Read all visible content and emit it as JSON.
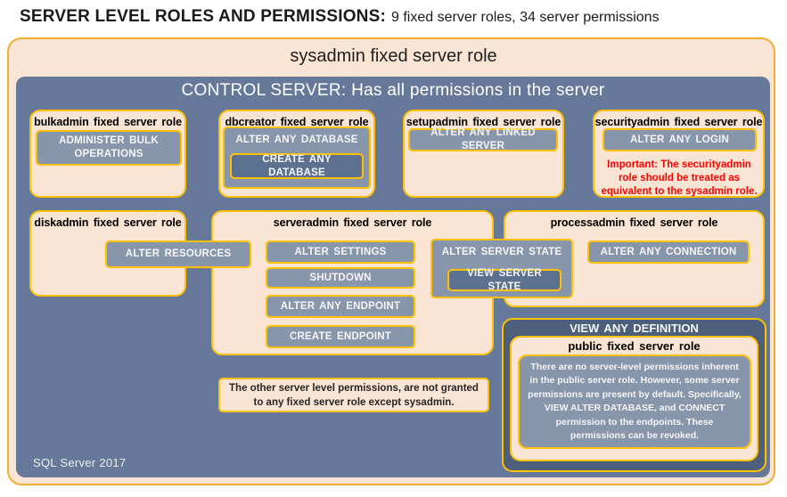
{
  "header": {
    "title_main": "SERVER LEVEL ROLES AND PERMISSIONS:",
    "title_sub": "9 fixed server roles, 34 server permissions"
  },
  "sysadmin": {
    "label": "sysadmin fixed server role"
  },
  "control": {
    "label": "CONTROL SERVER: Has all permissions in the server",
    "footer": "SQL Server 2017"
  },
  "roles": {
    "bulkadmin": {
      "title": "bulkadmin fixed server role",
      "permission": "ADMINISTER BULK OPERATIONS"
    },
    "dbcreator": {
      "title": "dbcreator fixed server role",
      "outer_permission": "ALTER ANY DATABASE",
      "inner_permission": "CREATE ANY DATABASE"
    },
    "setupadmin": {
      "title": "setupadmin fixed server role",
      "permission": "ALTER ANY LINKED SERVER"
    },
    "securityadmin": {
      "title": "securityadmin fixed server role",
      "permission": "ALTER ANY LOGIN",
      "warning": "Important: The securityadmin role should be treated as equivalent to the sysadmin role."
    },
    "diskadmin": {
      "title": "diskadmin fixed server role",
      "permission": "ALTER RESOURCES"
    },
    "serveradmin": {
      "title": "serveradmin fixed server role",
      "permissions": [
        "ALTER SETTINGS",
        "SHUTDOWN",
        "ALTER ANY ENDPOINT",
        "CREATE ENDPOINT"
      ],
      "outer_permission": "ALTER SERVER STATE",
      "inner_permission": "VIEW SERVER STATE"
    },
    "processadmin": {
      "title": "processadmin fixed server role",
      "permission": "ALTER ANY CONNECTION"
    },
    "public": {
      "container_permission": "VIEW ANY DEFINITION",
      "title": "public fixed server role",
      "description": "There are no server-level permissions inherent in the public server role. However, some server permissions are present by default. Specifically, VIEW ALTER DATABASE, and CONNECT permission to the endpoints. These permissions can be revoked."
    }
  },
  "note": {
    "text": "The other server level permissions, are not granted to any fixed server role except sysadmin."
  },
  "colors": {
    "peach": "#fae4d4",
    "gold_border": "#ffc000",
    "control_blue": "#66799b",
    "permission_gray_blue": "#8896ac",
    "nested_permission_dark": "#5c7090",
    "definition_dark_blue": "#4c607c",
    "warning_red": "#ff0000"
  }
}
